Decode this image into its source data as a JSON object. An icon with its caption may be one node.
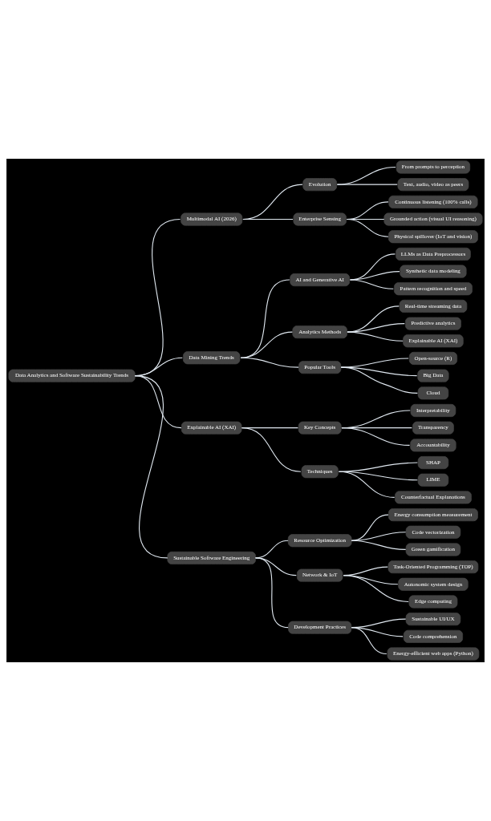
{
  "diagram": {
    "nodes": [
      {
        "text": [
          "Data Analytics and Software Sustainability Trends"
        ]
      },
      {
        "text": [
          "Multimodal AI (2026)"
        ]
      },
      {
        "text": [
          "Evolution"
        ]
      },
      {
        "text": [
          "From prompts to perception"
        ]
      },
      {
        "text": [
          "Text, audio, video as peers"
        ]
      },
      {
        "text": [
          "Enterprise Sensing"
        ]
      },
      {
        "text": [
          "Continuous listening (100% calls)"
        ]
      },
      {
        "text": [
          "Grounded action (visual UI reasoning)"
        ]
      },
      {
        "text": [
          "Physical spillover (IoT and vision)"
        ]
      },
      {
        "text": [
          "Data Mining Trends"
        ]
      },
      {
        "text": [
          "AI and Generative AI"
        ]
      },
      {
        "text": [
          "LLMs as Data Preprocessors"
        ]
      },
      {
        "text": [
          "Synthetic data modeling"
        ]
      },
      {
        "text": [
          "Pattern recognition and speed"
        ]
      },
      {
        "text": [
          "Analytics Methods"
        ]
      },
      {
        "text": [
          "Real-time streaming data"
        ]
      },
      {
        "text": [
          "Predictive analytics"
        ]
      },
      {
        "text": [
          "Explainable AI (XAI)"
        ]
      },
      {
        "text": [
          "Popular Tools"
        ]
      },
      {
        "text": [
          "Open-source (R)"
        ]
      },
      {
        "text": [
          "Big Data"
        ]
      },
      {
        "text": [
          "Cloud"
        ]
      },
      {
        "text": [
          "Explainable AI (XAI)"
        ]
      },
      {
        "text": [
          "Key Concepts"
        ]
      },
      {
        "text": [
          "Interpretability"
        ]
      },
      {
        "text": [
          "Transparency"
        ]
      },
      {
        "text": [
          "Accountability"
        ]
      },
      {
        "text": [
          "Techniques"
        ]
      },
      {
        "text": [
          "SHAP"
        ]
      },
      {
        "text": [
          "LIME"
        ]
      },
      {
        "text": [
          "Counterfactual Explanations"
        ]
      },
      {
        "text": [
          "Sustainable Software Engineering"
        ]
      },
      {
        "text": [
          "Resource Optimization"
        ]
      },
      {
        "text": [
          "Energy consumption measurement"
        ]
      },
      {
        "text": [
          "Code vectorization"
        ]
      },
      {
        "text": [
          "Green gamification"
        ]
      },
      {
        "text": [
          "Network & IoT"
        ]
      },
      {
        "text": [
          "Task-Oriented Programming (TOP)"
        ]
      },
      {
        "text": [
          "Autonomic system design"
        ]
      },
      {
        "text": [
          "Edge computing"
        ]
      },
      {
        "text": [
          "Development Practices"
        ]
      },
      {
        "text": [
          "Sustainable UI/UX"
        ]
      },
      {
        "text": [
          "Code comprehension"
        ]
      },
      {
        "text": [
          "Energy-efficient web apps (Python)"
        ]
      }
    ],
    "edges": [
      {
        "from": 0,
        "to": 1,
        "arrow": "none"
      },
      {
        "from": 1,
        "to": 2,
        "arrow": "none"
      },
      {
        "from": 2,
        "to": 3,
        "arrow": "none"
      },
      {
        "from": 2,
        "to": 4,
        "arrow": "none"
      },
      {
        "from": 1,
        "to": 5,
        "arrow": "none"
      },
      {
        "from": 5,
        "to": 6,
        "arrow": "none"
      },
      {
        "from": 5,
        "to": 7,
        "arrow": "none"
      },
      {
        "from": 5,
        "to": 8,
        "arrow": "none"
      },
      {
        "from": 0,
        "to": 9,
        "arrow": "none"
      },
      {
        "from": 9,
        "to": 10,
        "arrow": "none"
      },
      {
        "from": 10,
        "to": 11,
        "arrow": "none"
      },
      {
        "from": 10,
        "to": 12,
        "arrow": "none"
      },
      {
        "from": 10,
        "to": 13,
        "arrow": "none"
      },
      {
        "from": 9,
        "to": 14,
        "arrow": "none"
      },
      {
        "from": 14,
        "to": 15,
        "arrow": "none"
      },
      {
        "from": 14,
        "to": 16,
        "arrow": "none"
      },
      {
        "from": 14,
        "to": 17,
        "arrow": "none"
      },
      {
        "from": 9,
        "to": 18,
        "arrow": "none"
      },
      {
        "from": 18,
        "to": 19,
        "arrow": "none"
      },
      {
        "from": 18,
        "to": 20,
        "arrow": "none"
      },
      {
        "from": 18,
        "to": 21,
        "arrow": "none"
      },
      {
        "from": 0,
        "to": 22,
        "arrow": "none"
      },
      {
        "from": 22,
        "to": 23,
        "arrow": "none"
      },
      {
        "from": 23,
        "to": 24,
        "arrow": "none"
      },
      {
        "from": 23,
        "to": 25,
        "arrow": "none"
      },
      {
        "from": 23,
        "to": 26,
        "arrow": "none"
      },
      {
        "from": 22,
        "to": 27,
        "arrow": "none"
      },
      {
        "from": 27,
        "to": 28,
        "arrow": "none"
      },
      {
        "from": 27,
        "to": 29,
        "arrow": "none"
      },
      {
        "from": 27,
        "to": 30,
        "arrow": "none"
      },
      {
        "from": 0,
        "to": 31,
        "arrow": "none"
      },
      {
        "from": 31,
        "to": 32,
        "arrow": "none"
      },
      {
        "from": 32,
        "to": 33,
        "arrow": "none"
      },
      {
        "from": 32,
        "to": 34,
        "arrow": "none"
      },
      {
        "from": 32,
        "to": 35,
        "arrow": "none"
      },
      {
        "from": 31,
        "to": 36,
        "arrow": "none"
      },
      {
        "from": 36,
        "to": 37,
        "arrow": "none"
      },
      {
        "from": 36,
        "to": 38,
        "arrow": "none"
      },
      {
        "from": 36,
        "to": 39,
        "arrow": "none"
      },
      {
        "from": 31,
        "to": 40,
        "arrow": "none"
      },
      {
        "from": 40,
        "to": 41,
        "arrow": "none"
      },
      {
        "from": 40,
        "to": 42,
        "arrow": "none"
      },
      {
        "from": 40,
        "to": 43,
        "arrow": "none"
      }
    ]
  }
}
